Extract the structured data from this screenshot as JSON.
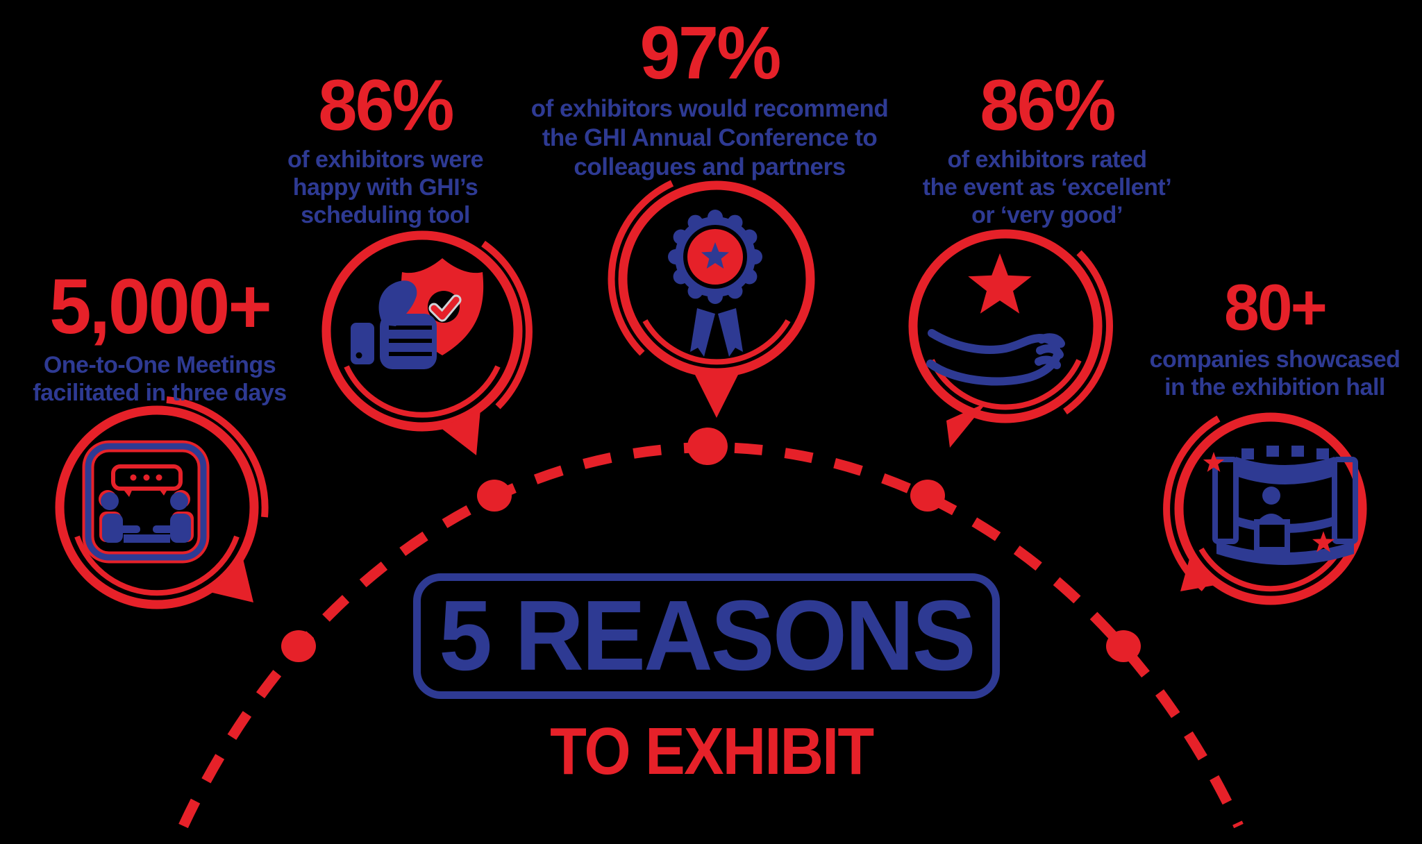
{
  "title": {
    "line1": "5 REASONS",
    "line2": "TO EXHIBIT"
  },
  "stats": [
    {
      "id": "meetings",
      "icon": "meeting-icon",
      "value": "5,000+",
      "lines": [
        "One-to-One Meetings",
        "facilitated in three days"
      ]
    },
    {
      "id": "scheduling",
      "icon": "thumbs-up-shield-icon",
      "value": "86%",
      "lines": [
        "of exhibitors were",
        "happy with GHI’s",
        "scheduling tool"
      ]
    },
    {
      "id": "recommend",
      "icon": "award-rosette-icon",
      "value": "97%",
      "lines": [
        "of exhibitors would recommend",
        "the GHI Annual Conference to",
        "colleagues and partners"
      ]
    },
    {
      "id": "rated",
      "icon": "star-hand-icon",
      "value": "86%",
      "lines": [
        "of exhibitors rated",
        "the event as ‘excellent’",
        "or ‘very good’"
      ]
    },
    {
      "id": "companies",
      "icon": "exhibition-booth-icon",
      "value": "80+",
      "lines": [
        "companies showcased",
        "in the exhibition hall"
      ]
    }
  ],
  "colors": {
    "red": "#e62129",
    "blue": "#2e3a93",
    "background": "#000000"
  }
}
